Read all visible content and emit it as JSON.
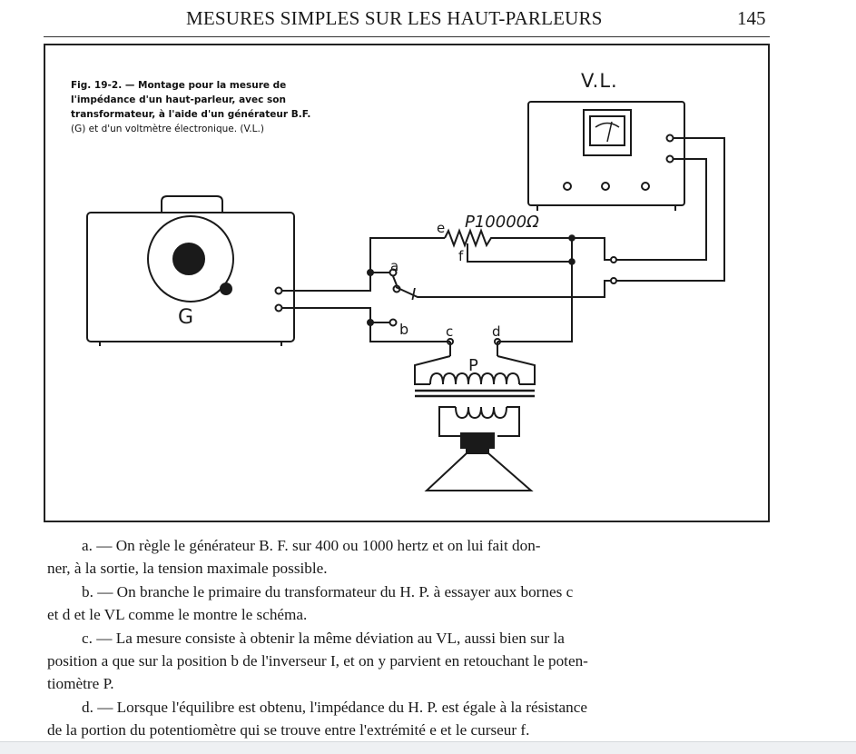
{
  "header": {
    "running_title": "MESURES SIMPLES SUR LES HAUT-PARLEURS",
    "page_number": "145"
  },
  "figure": {
    "caption_lines": [
      "Fig. 19-2. — Montage pour la mesure de",
      "l'impédance d'un haut-parleur, avec son",
      "transformateur, à l'aide d'un générateur B.F."
    ],
    "caption_last_line": "(G) et d'un voltmètre électronique. (V.L.)",
    "labels": {
      "voltmeter": "V.L.",
      "generator": "G",
      "potentiometer": "P10000Ω",
      "terminal_e": "e",
      "terminal_f": "f",
      "terminal_a": "a",
      "terminal_b": "b",
      "switch": "I",
      "terminal_c": "c",
      "terminal_d": "d",
      "transformer": "P"
    }
  },
  "paragraphs": [
    {
      "lines": [
        "a. — On règle le générateur B. F. sur 400 ou 1000 hertz et on lui fait don-",
        "ner, à la sortie, la tension maximale possible."
      ]
    },
    {
      "lines": [
        "b. — On branche le primaire du transformateur du H. P. à essayer aux bornes c",
        "et d et le VL comme le montre le schéma."
      ]
    },
    {
      "lines": [
        "c. — La mesure consiste à obtenir la même déviation au VL, aussi bien sur la",
        "position a que sur la position b de l'inverseur I, et on y parvient en retouchant le poten-",
        "tiomètre P."
      ]
    },
    {
      "lines": [
        "d. — Lorsque l'équilibre est obtenu, l'impédance du H. P. est égale à la résistance",
        "de la portion du potentiomètre qui se trouve entre l'extrémité e et le curseur f."
      ]
    }
  ]
}
